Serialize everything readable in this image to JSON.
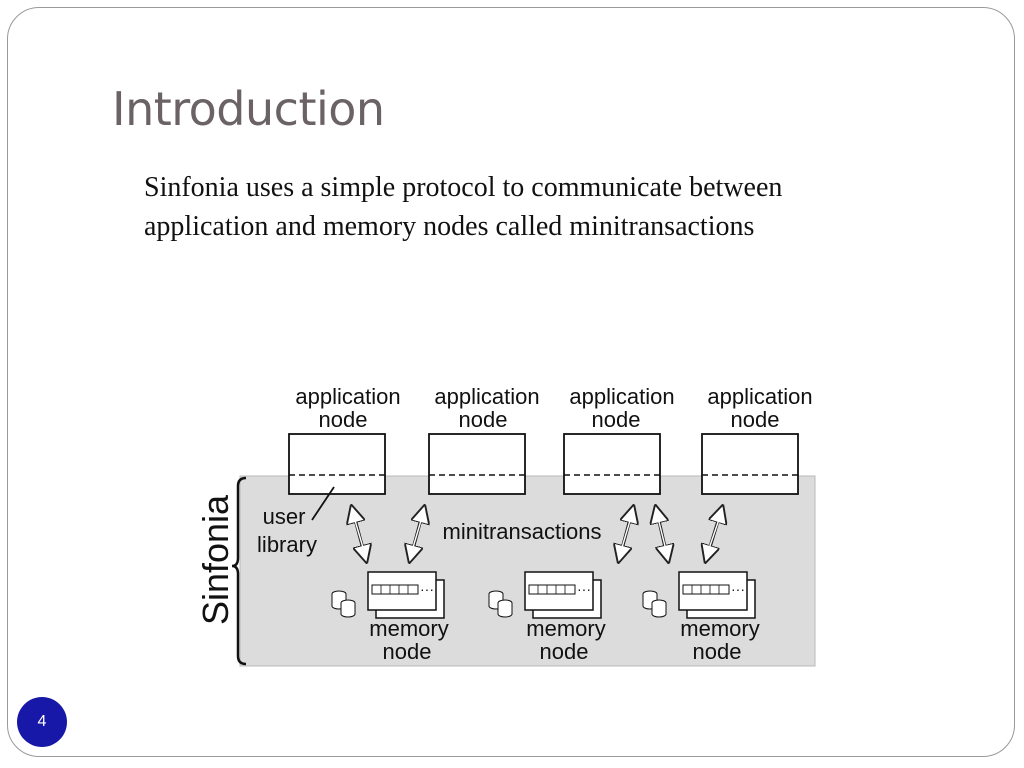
{
  "slide": {
    "title": "Introduction",
    "body_lines": [
      "Sinfonia uses a simple protocol to communicate between",
      "application and memory nodes called minitransactions"
    ],
    "page_number": "4"
  },
  "diagram": {
    "system_label": "Sinfonia",
    "application_nodes": [
      {
        "line1": "application",
        "line2": "node"
      },
      {
        "line1": "application",
        "line2": "node"
      },
      {
        "line1": "application",
        "line2": "node"
      },
      {
        "line1": "application",
        "line2": "node"
      }
    ],
    "memory_nodes": [
      {
        "line1": "memory",
        "line2": "node"
      },
      {
        "line1": "memory",
        "line2": "node"
      },
      {
        "line1": "memory",
        "line2": "node"
      }
    ],
    "user_library": {
      "line1": "user",
      "line2": "library"
    },
    "minitransactions_label": "minitransactions",
    "colors": {
      "region_fill": "#dcdcdc",
      "badge": "#1818a8",
      "title": "#6a6264"
    }
  }
}
